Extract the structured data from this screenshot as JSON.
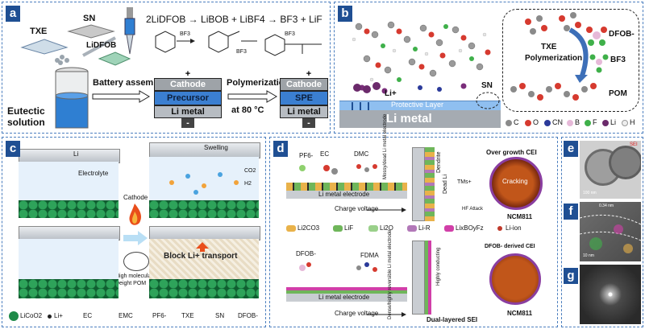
{
  "panel_a": {
    "label": "a",
    "materials": [
      "TXE",
      "SN",
      "LiDFOB"
    ],
    "solution_label": "Eutectic solution",
    "step1": "Battery assembly",
    "step2_line1": "Polymerization",
    "step2_line2": "at 80 °C",
    "reaction": "2LiDFOB → LiBOB + LiBF4 → BF3 + LiF",
    "bf3_a": "BF3",
    "bf3_b": "BF3",
    "bf3_c": "BF3",
    "cell1": {
      "top": "Cathode",
      "mid": "Precursor",
      "bottom": "Li metal",
      "plus": "+",
      "minus": "-"
    },
    "cell2": {
      "top": "Cathode",
      "mid": "SPE",
      "bottom": "Li metal",
      "plus": "+",
      "minus": "-"
    }
  },
  "panel_b": {
    "label": "b",
    "li_label": "Li+",
    "sn_label": "SN",
    "protective_layer": "Protective Layer",
    "li_metal": "Li metal",
    "inset": {
      "dfob": "DFOB-",
      "txe": "TXE",
      "polymerization": "Polymerization",
      "bf3": "BF3",
      "pom": "POM"
    },
    "legend": [
      "C",
      "O",
      "CN",
      "B",
      "F",
      "Li",
      "H"
    ]
  },
  "panel_c": {
    "label": "c",
    "li": "Li",
    "swelling": "Swelling",
    "electrolyte": "Electrolyte",
    "co2": "CO2",
    "h2": "H2",
    "cathode": "Cathode",
    "pom_note": "High molecular weight POM",
    "block": "Block Li+ transport",
    "legend": [
      "LiCoO2",
      "Li+",
      "EC",
      "EMC",
      "PF6-",
      "TXE",
      "SN",
      "DFOB-"
    ]
  },
  "panel_d": {
    "label": "d",
    "pf6": "PF6-",
    "ec": "EC",
    "dmc": "DMC",
    "dfob": "DFOB-",
    "fdma": "FDMA",
    "electrode_top": "Li metal electrode",
    "electrode_bottom": "Li metal electrode",
    "charge_top": "Charge voltage",
    "charge_bottom": "Charge voltage",
    "mid_top": "Mossy/dead Li metal electrode",
    "mid_bottom": "Dense/highly reversible Li metal electrode",
    "dendrite": "Dendrite",
    "dead_li": "Dead Li",
    "cracking": "Cracking",
    "tmo": "TMs+",
    "attack": "HF Attack",
    "overgrowth": "Over growth CEI",
    "ncm_top": "NCM811",
    "ncm_bottom": "NCM811",
    "dfob_cei": "DFOB- derived CEI",
    "dual_sei": "Dual-layered SEI",
    "highly_conducting": "Highly conducting",
    "legend": [
      "Li2CO3",
      "LiF",
      "Li2O",
      "Li-R",
      "LixBOyFz",
      "Li-ion"
    ]
  },
  "panel_e": {
    "label": "e",
    "sei": "SEI",
    "scale": "100 nm"
  },
  "panel_f": {
    "label": "f",
    "scale": "10 nm",
    "measure": "0.34 nm"
  },
  "panel_g": {
    "label": "g"
  }
}
